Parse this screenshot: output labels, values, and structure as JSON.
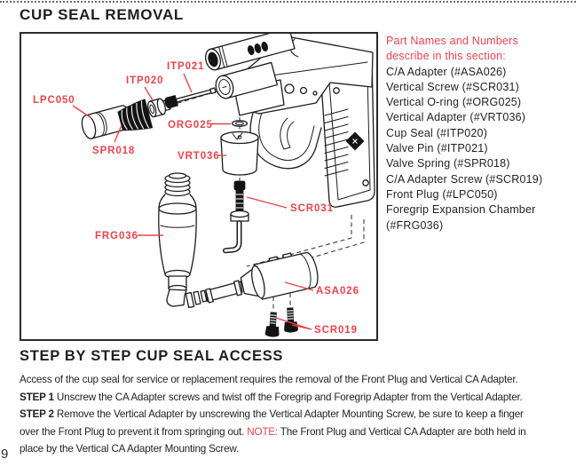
{
  "colors": {
    "accent_red": "#e8444c",
    "ink": "#231f20"
  },
  "page": {
    "number": "9"
  },
  "title": "CUP SEAL REMOVAL",
  "parts_panel": {
    "heading": [
      "Part Names and Numbers",
      "describe in this section:"
    ],
    "items": [
      "C/A Adapter (#ASA026)",
      "Vertical Screw (#SCR031)",
      "Vertical O-ring (#ORG025)",
      "Vertical Adapter (#VRT036)",
      "Cup Seal (#ITP020)",
      "Valve Pin (#ITP021)",
      "Valve Spring (#SPR018)",
      "C/A Adapter Screw (#SCR019)",
      "Front Plug (#LPC050)",
      "Foregrip Expansion Chamber",
      "(#FRG036)"
    ]
  },
  "diagram": {
    "labels": {
      "lpc050": "LPC050",
      "spr018": "SPR018",
      "itp020": "ITP020",
      "itp021": "ITP021",
      "org025": "ORG025",
      "vrt036": "VRT036",
      "scr031": "SCR031",
      "frg036": "FRG036",
      "asa026": "ASA026",
      "scr019": "SCR019"
    }
  },
  "steps": {
    "heading": "STEP BY STEP CUP SEAL ACCESS",
    "lines": [
      [
        {
          "t": "Access of the cup seal for service or replacement requires the removal of the Front Plug and Vertical CA Adapter."
        }
      ],
      [
        {
          "t": "STEP 1",
          "b": true
        },
        {
          "t": " Unscrew the CA Adapter screws and twist off the Foregrip and Foregrip Adapter from the Vertical Adapter."
        }
      ],
      [
        {
          "t": "STEP 2",
          "b": true
        },
        {
          "t": " Remove the Vertical Adapter by unscrewing the Vertical Adapter Mounting Screw, be sure to keep a finger"
        }
      ],
      [
        {
          "t": "over the Front Plug to prevent it from springing out. "
        },
        {
          "t": "NOTE:",
          "r": true
        },
        {
          "t": " The Front Plug and Vertical CA Adapter are both held in"
        }
      ],
      [
        {
          "t": "place by the Vertical CA Adapter Mounting Screw."
        }
      ]
    ]
  }
}
